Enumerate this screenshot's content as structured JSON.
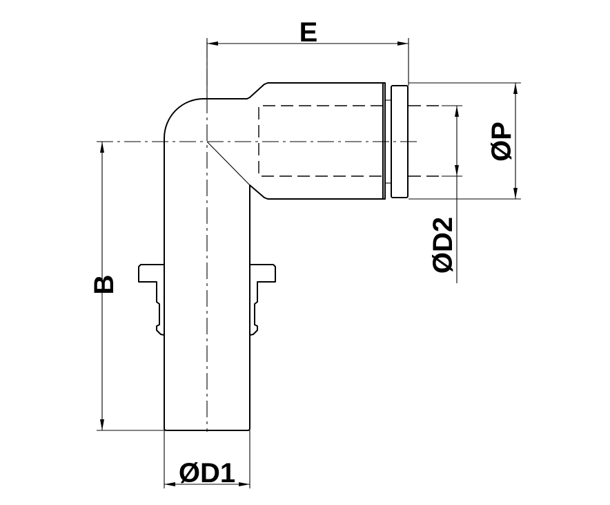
{
  "drawing": {
    "labels": {
      "E": "E",
      "P": "ØP",
      "D2": "ØD2",
      "B": "B",
      "D1": "ØD1"
    },
    "colors": {
      "line": "#000000",
      "background": "#ffffff"
    }
  }
}
